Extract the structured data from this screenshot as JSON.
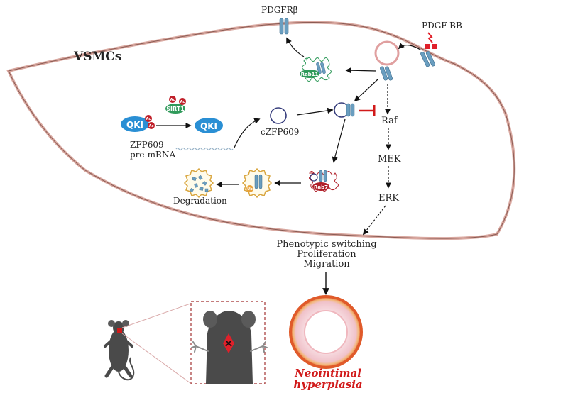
{
  "cell_label": "VSMCs",
  "receptor_label": "PDGFRβ",
  "ligand_label": "PDGF-BB",
  "rab11_label": "Rab11",
  "rab7_label": "Rab7",
  "sirt_label": "SIRT1",
  "ac_label": "Ac",
  "qki_label": "QKI",
  "pre_mrna_line1": "ZFP609",
  "pre_mrna_line2": "pre-mRNA",
  "circ_label": "cZFP609",
  "ub_label": "Ub",
  "degradation_label": "Degradation",
  "pathway": [
    "Raf",
    "MEK",
    "ERK"
  ],
  "outcomes": [
    "Phenotypic switching",
    "Proliferation",
    "Migration"
  ],
  "result_line1": "Neointimal",
  "result_line2": "hyperplasia",
  "colors": {
    "receptor": "#6a9ec0",
    "qki": "#2a8fd4",
    "sirt": "#2f9a5a",
    "acetyl": "#c0202a",
    "rab11": "#2f9a5a",
    "rab7": "#b0202a",
    "ligand": "#e0202a",
    "inhibit": "#d11a1a",
    "vessel_outer": "#e05a2a",
    "vessel_wall": "#f2c6cc",
    "mouse": "#4a4a4a",
    "box_border": "#b05050"
  }
}
